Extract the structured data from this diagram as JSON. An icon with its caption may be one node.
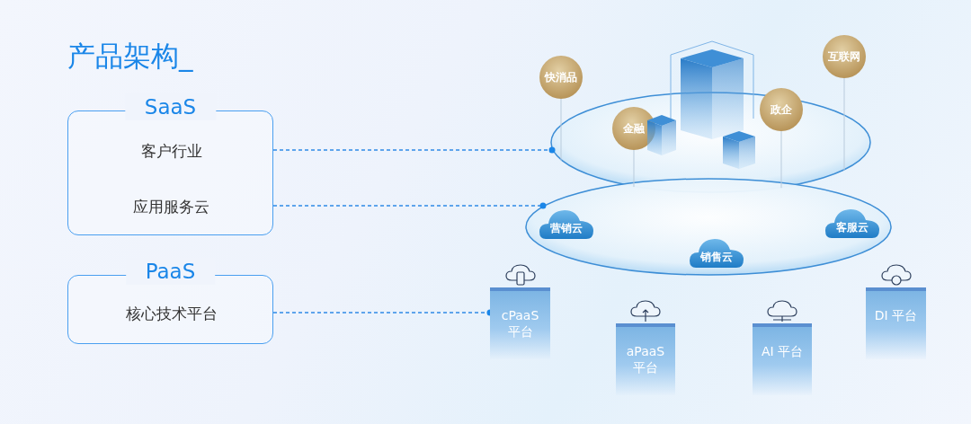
{
  "diagram": {
    "title": "产品架构_",
    "nodes": [
      {
        "text": [
          "SaaS"
        ]
      },
      {
        "text": [
          "客户行业"
        ],
        "in": 0
      },
      {
        "text": [
          "应用服务云"
        ],
        "in": 0
      },
      {
        "text": [
          "PaaS"
        ]
      },
      {
        "text": [
          "核心技术平台"
        ],
        "in": 3
      },
      {
        "text": [],
        "shape": "disc"
      },
      {
        "text": [
          "快消品"
        ]
      },
      {
        "text": [
          "互联网"
        ]
      },
      {
        "text": [
          "金融"
        ],
        "in": 5
      },
      {
        "text": [
          "政企"
        ]
      },
      {
        "text": [],
        "shape": "disc"
      },
      {
        "text": [
          "营销云"
        ],
        "in": 10
      },
      {
        "text": [
          "客服云"
        ],
        "in": 10
      },
      {
        "text": [
          "销售云"
        ],
        "in": 10
      },
      {
        "text": [
          "cPaaS 平台"
        ]
      },
      {
        "text": [
          "aPaaS 平台"
        ]
      },
      {
        "text": [
          "AI 平台"
        ]
      },
      {
        "text": [
          "DI 平台"
        ]
      }
    ],
    "edges": [
      {
        "from": 1,
        "to": 5,
        "arrow": "other",
        "style": "dashed",
        "color": "#2f8ae6"
      },
      {
        "from": 2,
        "to": 10,
        "arrow": "other",
        "style": "dashed",
        "color": "#2f8ae6"
      },
      {
        "from": 4,
        "to": 14,
        "arrow": "other",
        "style": "dashed",
        "color": "#2f8ae6"
      },
      {
        "from": 6,
        "to": 5,
        "arrow": "none"
      },
      {
        "from": 8,
        "to": 5,
        "arrow": "none"
      },
      {
        "from": 9,
        "to": 5,
        "arrow": "none"
      },
      {
        "from": 7,
        "to": 5,
        "arrow": "none"
      }
    ]
  }
}
